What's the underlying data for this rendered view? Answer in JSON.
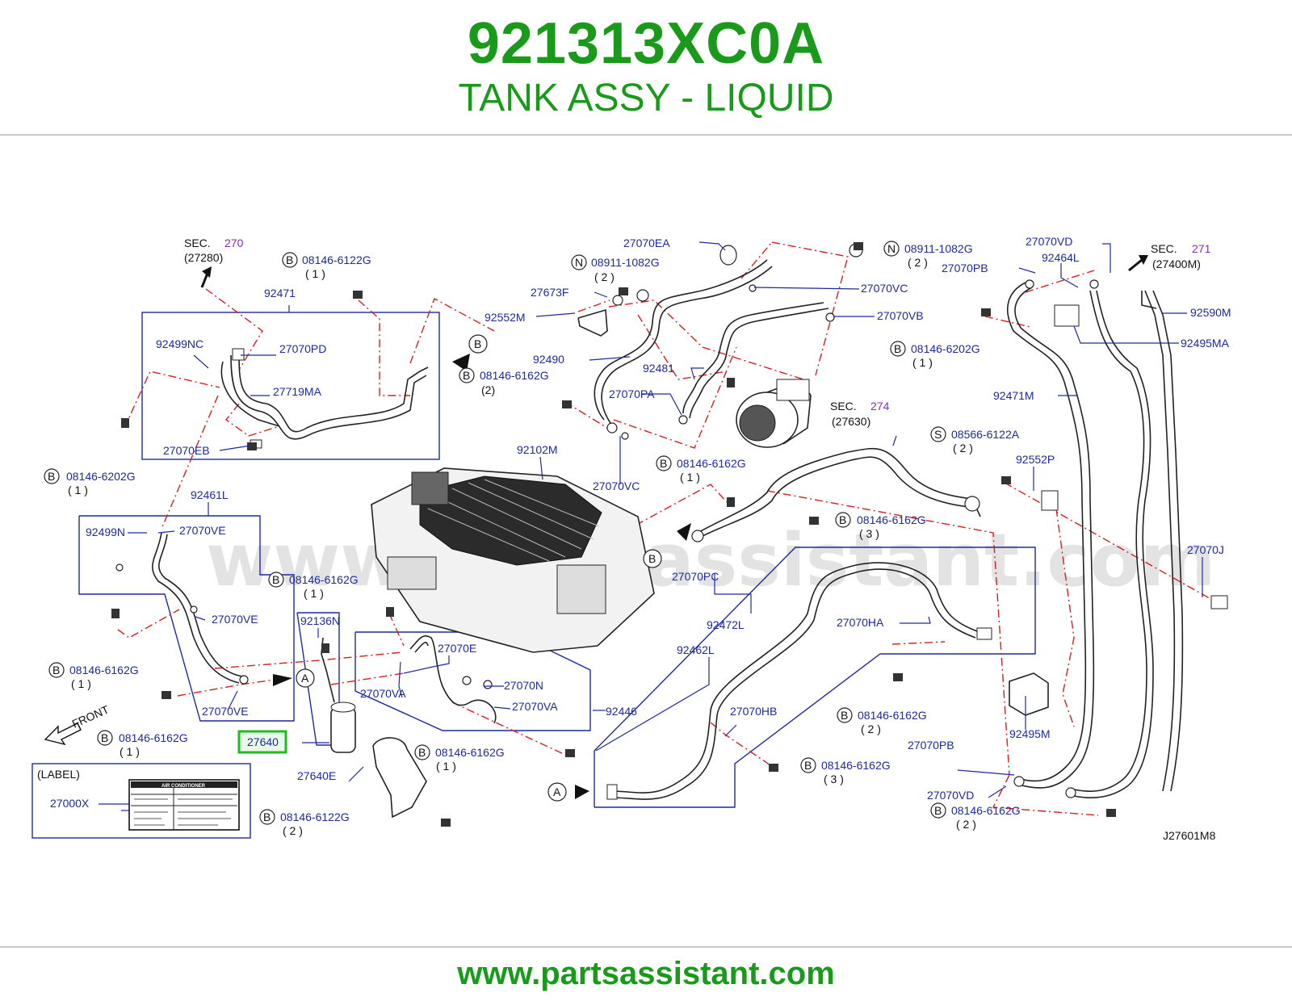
{
  "header": {
    "part_number": "921313XC0A",
    "part_name": "TANK ASSY - LIQUID"
  },
  "footer": {
    "url": "www.partsassistant.com"
  },
  "watermark": "www.partsassistant.com",
  "diagram": {
    "code": "J27601M8",
    "front_label": "FRONT",
    "sections": [
      {
        "prefix": "SEC.",
        "num": "270",
        "ref": "(27280)"
      },
      {
        "prefix": "SEC.",
        "num": "271",
        "ref": "(27400M)"
      },
      {
        "prefix": "SEC.",
        "num": "274",
        "ref": "(27630)"
      }
    ],
    "callouts": {
      "c1": {
        "letter": "B",
        "part": "08146-6122G",
        "qty": "( 1 )"
      },
      "c2": {
        "letter": "N",
        "part": "08911-1082G",
        "qty": "( 2 )"
      },
      "c3": {
        "letter": "N",
        "part": "08911-1082G",
        "qty": "( 2 )"
      },
      "c4": {
        "letter": "B",
        "part": "08146-6162G",
        "qty": "(2)"
      },
      "c5": {
        "letter": "B",
        "part": "08146-6202G",
        "qty": "( 1 )"
      },
      "c6": {
        "letter": "B",
        "part": "08146-6202G",
        "qty": "( 1 )"
      },
      "c7": {
        "letter": "S",
        "part": "08566-6122A",
        "qty": "( 2 )"
      },
      "c8": {
        "letter": "B",
        "part": "08146-6162G",
        "qty": "( 1 )"
      },
      "c9": {
        "letter": "B",
        "part": "08146-6162G",
        "qty": "( 3 )"
      },
      "c10": {
        "letter": "B",
        "part": "08146-6162G",
        "qty": "( 1 )"
      },
      "c11": {
        "letter": "B",
        "part": "08146-6162G",
        "qty": "( 1 )"
      },
      "c12": {
        "letter": "B",
        "part": "08146-6162G",
        "qty": "( 1 )"
      },
      "c13": {
        "letter": "B",
        "part": "08146-6162G",
        "qty": "( 1 )"
      },
      "c14": {
        "letter": "B",
        "part": "08146-6162G",
        "qty": "( 2 )"
      },
      "c15": {
        "letter": "B",
        "part": "08146-6162G",
        "qty": "( 3 )"
      },
      "c16": {
        "letter": "B",
        "part": "08146-6162G",
        "qty": "( 2 )"
      },
      "c17": {
        "letter": "B",
        "part": "08146-6122G",
        "qty": "( 2 )"
      }
    },
    "labels": {
      "p92471": "92471",
      "p92499NC": "92499NC",
      "p27070PD": "27070PD",
      "p27719MA": "27719MA",
      "p27070EB": "27070EB",
      "p27070EA": "27070EA",
      "p27673F": "27673F",
      "p92552M": "92552M",
      "p92490": "92490",
      "p92481": "92481",
      "p27070PA": "27070PA",
      "p27070VC_a": "27070VC",
      "p27070VC_b": "27070VC",
      "p27070VB": "27070VB",
      "p27070VD_a": "27070VD",
      "p92464L": "92464L",
      "p27070PB_a": "27070PB",
      "p92590M": "92590M",
      "p92495MA": "92495MA",
      "p92471M": "92471M",
      "p92102M": "92102M",
      "p92552P": "92552P",
      "p27070J": "27070J",
      "p92461L": "92461L",
      "p92499N": "92499N",
      "p27070VE_a": "27070VE",
      "p27070VE_b": "27070VE",
      "p27070VE_c": "27070VE",
      "p27070PC": "27070PC",
      "p92472L": "92472L",
      "p92136N": "92136N",
      "p27070E": "27070E",
      "p27070VA_a": "27070VA",
      "p27070N": "27070N",
      "p27070VA_b": "27070VA",
      "p92446": "92446",
      "p27070HA": "27070HA",
      "p92462L": "92462L",
      "p27070HB": "27070HB",
      "p92495M": "92495M",
      "p27070PB_b": "27070PB",
      "p27070VD_b": "27070VD",
      "p27640E": "27640E",
      "p27000X": "27000X",
      "p27640": "27640"
    },
    "marker_a": "A",
    "marker_b": "B",
    "label_box": {
      "title": "(LABEL)",
      "sticker_title": "AIR CONDITIONER"
    }
  },
  "colors": {
    "title_green": "#1a9a1a",
    "label_blue": "#1e2a9e",
    "guide_red": "#d42020",
    "section_purple": "#8a2bb5",
    "highlight_green": "#22bb22"
  }
}
